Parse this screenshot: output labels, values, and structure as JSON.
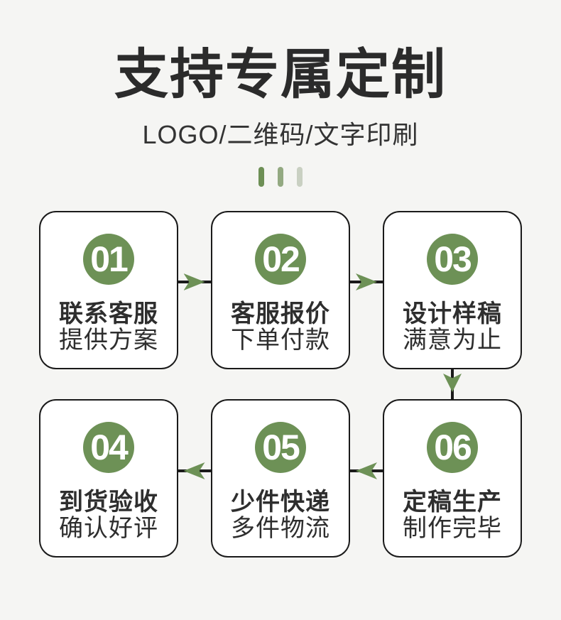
{
  "header": {
    "title": "支持专属定制",
    "subtitle": "LOGO/二维码/文字印刷"
  },
  "decor": {
    "bars": [
      "#6d8f55",
      "#93a981",
      "#c9d0c2"
    ]
  },
  "colors": {
    "background": "#f5f5f3",
    "accent_green": "#6d9156",
    "card_border": "#1a1a1a",
    "line_black": "#1a1a1a",
    "title_text": "#2b2b2b",
    "body_text": "#2e2e2e"
  },
  "steps": [
    {
      "number": "01",
      "line1": "联系客服",
      "line2": "提供方案"
    },
    {
      "number": "02",
      "line1": "客服报价",
      "line2": "下单付款"
    },
    {
      "number": "03",
      "line1": "设计样稿",
      "line2": "满意为止"
    },
    {
      "number": "04",
      "line1": "到货验收",
      "line2": "确认好评"
    },
    {
      "number": "05",
      "line1": "少件快递",
      "line2": "多件物流"
    },
    {
      "number": "06",
      "line1": "定稿生产",
      "line2": "制作完毕"
    }
  ],
  "flow": {
    "arrows": [
      {
        "from": "01",
        "to": "02",
        "direction": "right"
      },
      {
        "from": "02",
        "to": "03",
        "direction": "right"
      },
      {
        "from": "03",
        "to": "06",
        "direction": "down"
      },
      {
        "from": "06",
        "to": "05",
        "direction": "left"
      },
      {
        "from": "05",
        "to": "04",
        "direction": "left"
      }
    ]
  }
}
